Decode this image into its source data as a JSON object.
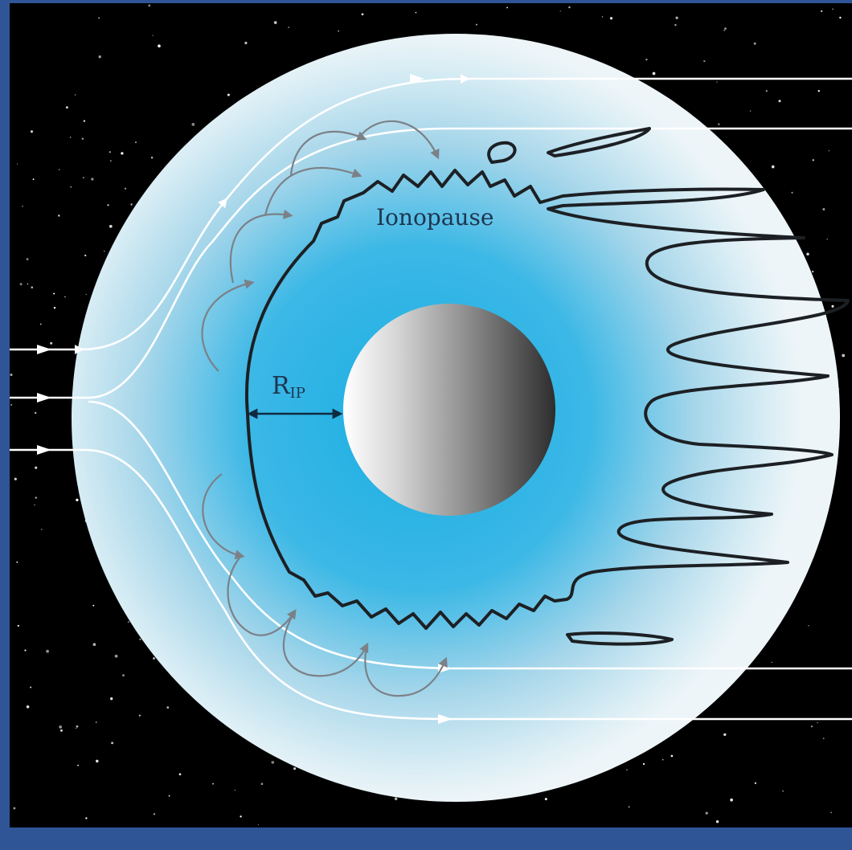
{
  "labels": {
    "ionopause": "Ionopause",
    "rip_main": "R",
    "rip_sub": "IP"
  },
  "colors": {
    "frame": "#2f5597",
    "space": "#000000",
    "ionosphere_core": "#1fb1e4",
    "ionosphere_edge": "#e9f2f5",
    "boundary": "#1c2024",
    "flow_line": "#ffffff",
    "gyration": "#7b8187",
    "arrow": "#0f2a40"
  },
  "icons": {
    "planet": "sphere-icon",
    "flow_arrows": "arrowhead-icon",
    "distance_marker": "double-arrow-icon"
  }
}
